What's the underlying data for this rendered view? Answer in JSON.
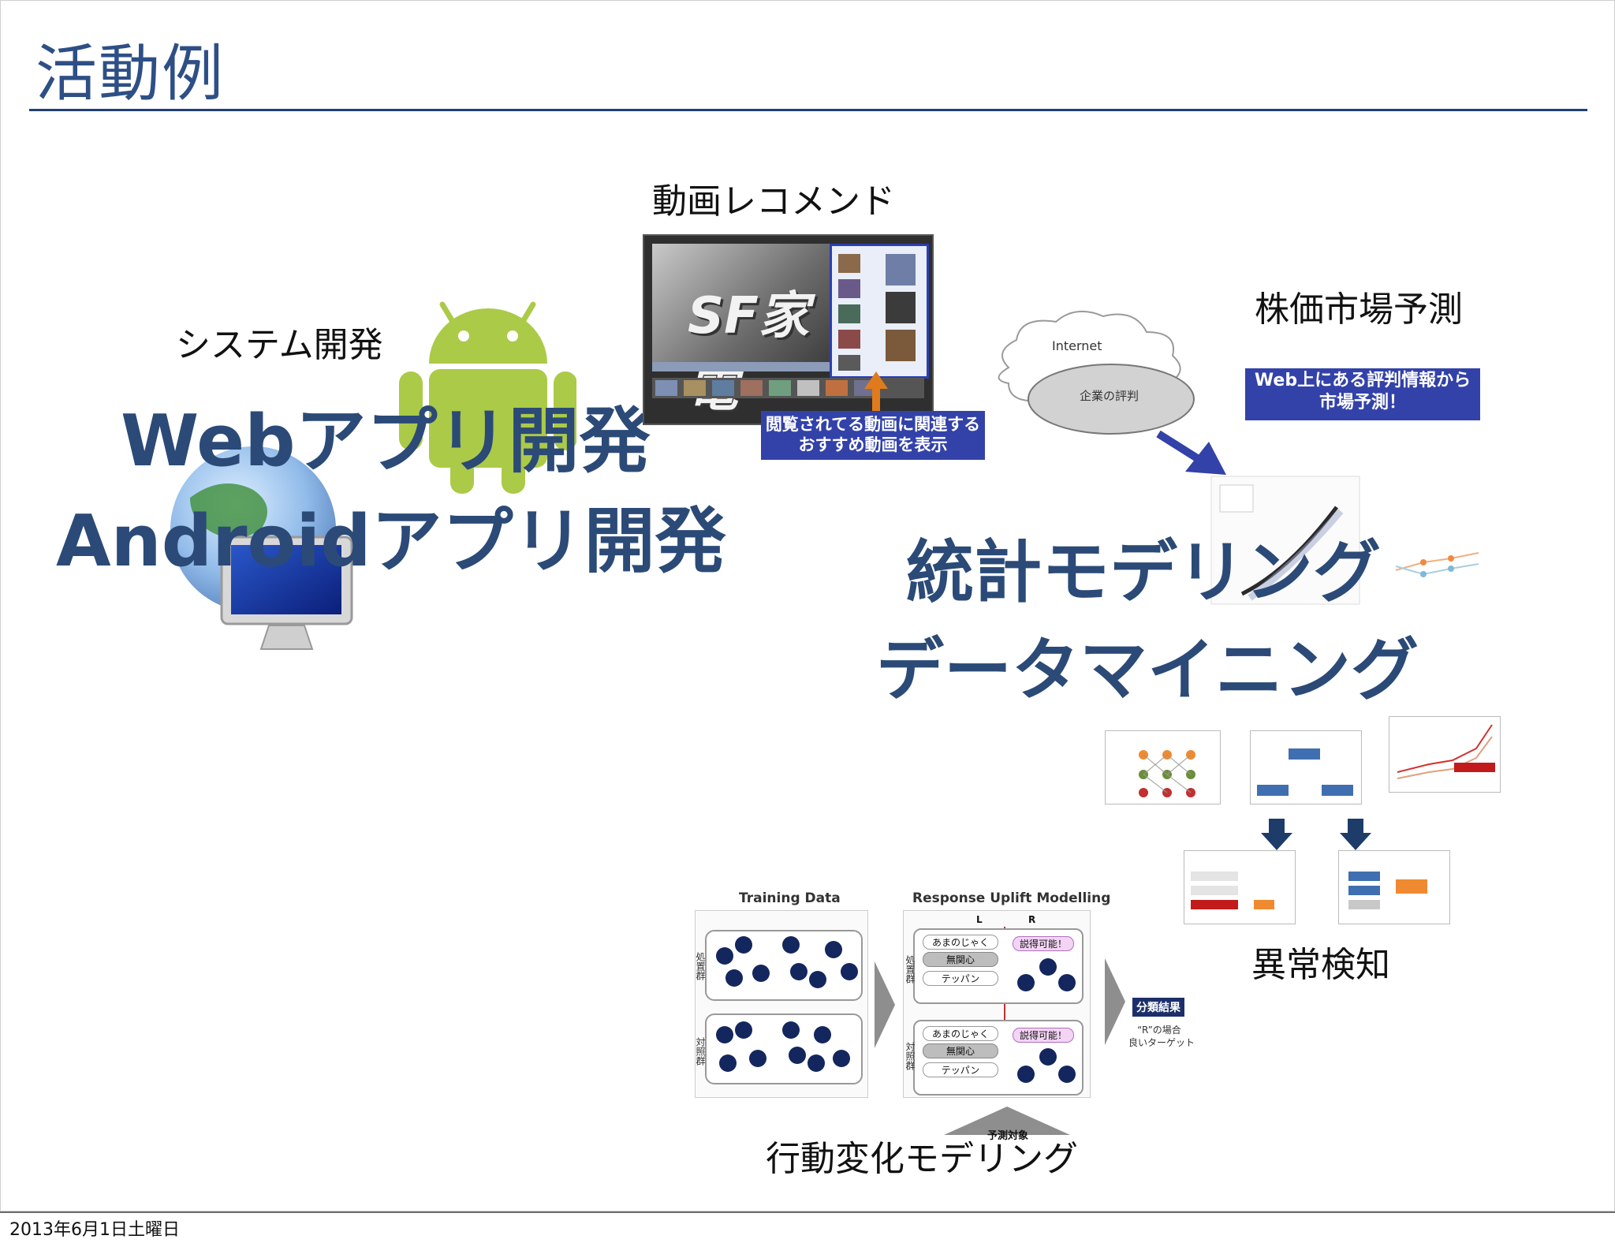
{
  "slide": {
    "title": "活動例",
    "footer": "2013年6月1日土曜日"
  },
  "system": {
    "caption": "システム開発",
    "web_app": "Webアプリ開発",
    "android_app": "Androidアプリ開発"
  },
  "recommend": {
    "caption": "動画レコメンド",
    "video_logo": "SF家電",
    "callout_line1": "閲覧されてる動画に関連する",
    "callout_line2": "おすすめ動画を表示"
  },
  "stock": {
    "caption": "株価市場予測",
    "cloud_label": "Internet",
    "ellipse_label": "企業の評判",
    "callout_line1": "Web上にある評判情報から",
    "callout_line2": "市場予測！"
  },
  "modeling": {
    "line1": "統計モデリング",
    "line2": "データマイニング"
  },
  "anomaly": {
    "caption": "異常検知"
  },
  "uplift": {
    "caption": "行動変化モデリング",
    "training_title": "Training Data",
    "response_title": "Response Uplift Modelling",
    "col_l": "L",
    "col_r": "R",
    "group_treatment": "処置群",
    "group_control": "対照群",
    "chip_amanojaku": "あまのじゃく",
    "chip_mukanshin": "無関心",
    "chip_teppan": "テッパン",
    "chip_settoku": "説得可能！",
    "result_label": "分類結果",
    "result_note1": "“R”の場合",
    "result_note2": "良いターゲット",
    "target_label": "予測対象"
  },
  "colors": {
    "title_blue": "#2e4f86",
    "big_text": "#2b4a77",
    "callout_blue": "#3342a8",
    "dot_navy": "#14265e",
    "android_green": "#a4c639"
  }
}
